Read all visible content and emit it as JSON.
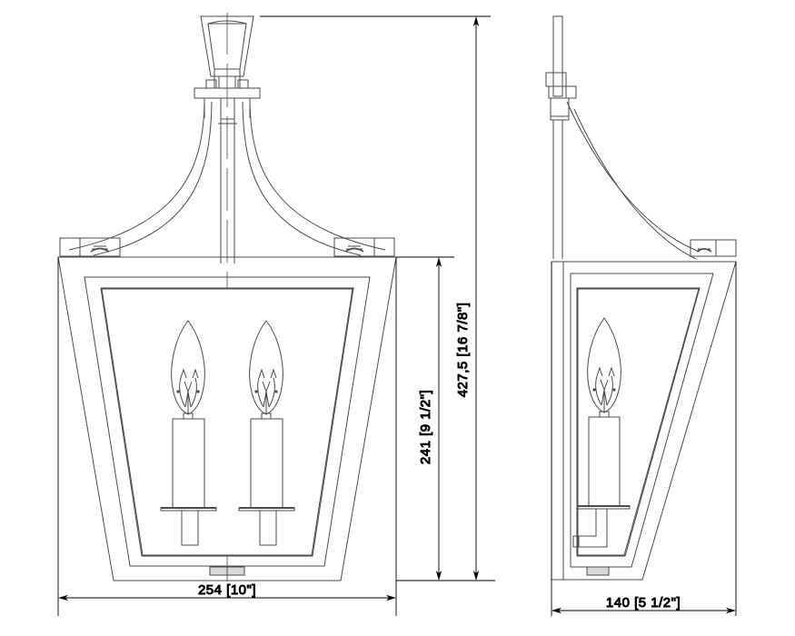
{
  "drawing": {
    "title": "two-light lantern wall sconce dimensioned drawing",
    "line_color": "#4a4a4a",
    "dim_color": "#000000",
    "background": "#ffffff",
    "views": [
      {
        "name": "front-elevation",
        "label": ""
      },
      {
        "name": "side-elevation",
        "label": ""
      }
    ]
  },
  "dimensions": {
    "overall_height": {
      "name": "overall-height-dimension",
      "text": "427,5  [16 7/8\"]",
      "value_mm": 427.5,
      "value_in": "16 7/8\"",
      "orientation": "vertical"
    },
    "body_height": {
      "name": "body-height-dimension",
      "text": "241  [9 1/2\"]",
      "value_mm": 241,
      "value_in": "9 1/2\"",
      "orientation": "vertical"
    },
    "front_width": {
      "name": "front-width-dimension",
      "text": "254  [10\"]",
      "value_mm": 254,
      "value_in": "10\"",
      "orientation": "horizontal"
    },
    "side_depth": {
      "name": "side-depth-dimension",
      "text": "140  [5 1/2\"]",
      "value_mm": 140,
      "value_in": "5 1/2\"",
      "orientation": "horizontal"
    }
  },
  "components": {
    "finial": "trapezoidal-canopy-finial",
    "stem": "vertical-center-stem",
    "arms": "curved-support-arms",
    "corner_blocks": "corner-mounting-blocks",
    "frame": "tapered-lantern-frame",
    "bulbs": "candelabra-flame-bulbs",
    "bulb_count": 2,
    "candle_sleeves": "candle-cover-sleeves",
    "bobeche": "bobeche-plates",
    "sockets": "lamp-sockets",
    "base_plate": "bottom-base-plate"
  }
}
